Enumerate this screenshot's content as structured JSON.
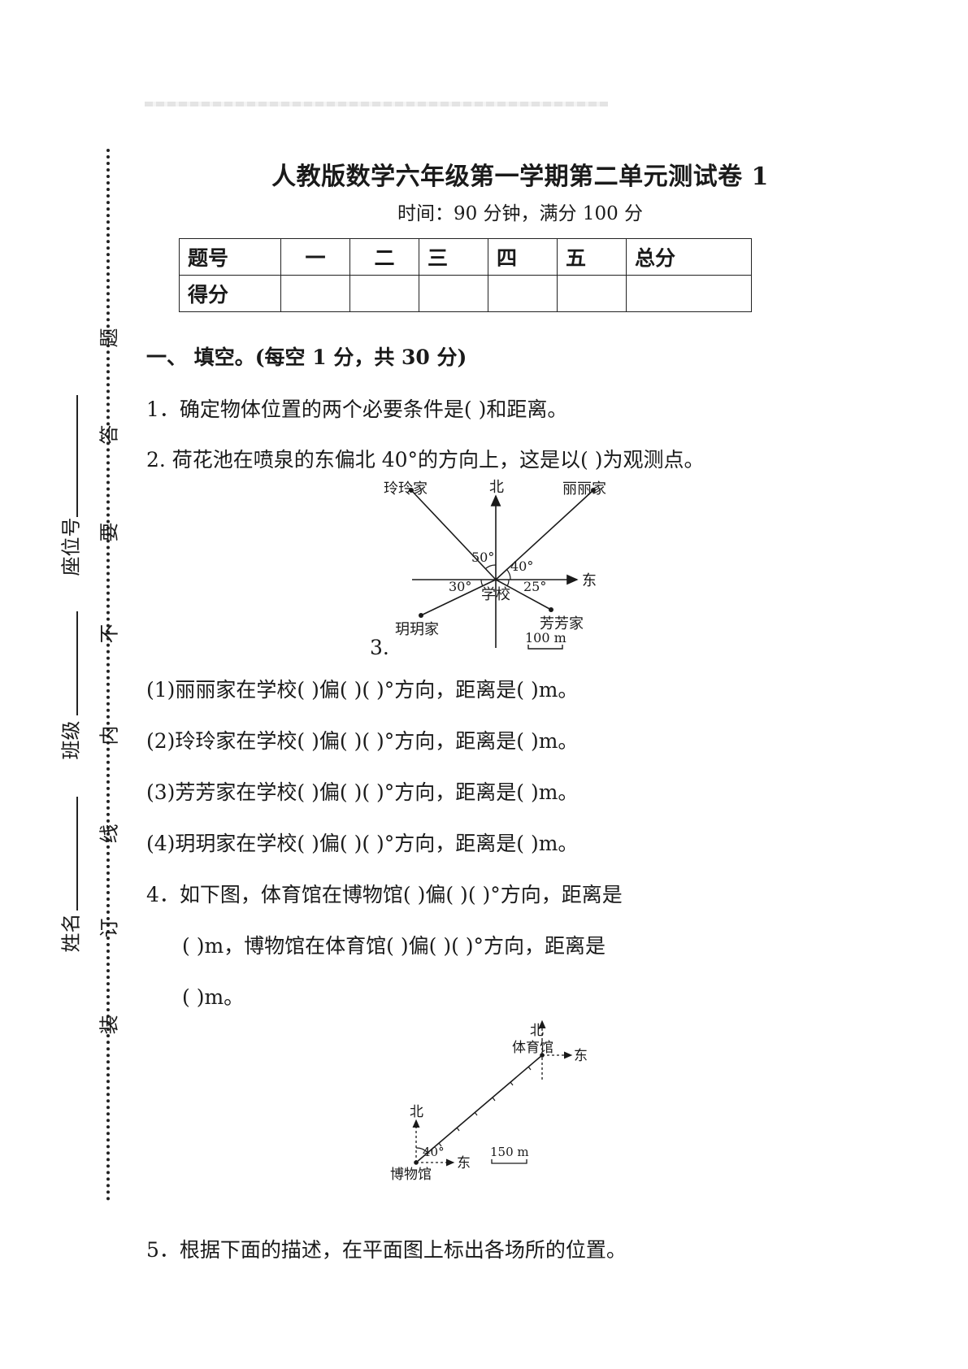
{
  "margin": {
    "seal_chars": [
      "题",
      "答",
      "要",
      "不",
      "内",
      "线",
      "订",
      "装"
    ],
    "fields": [
      "座位号",
      "班级",
      "姓名"
    ]
  },
  "header": {
    "title": "人教版数学六年级第一学期第二单元测试卷 1",
    "subtitle": "时间：90 分钟，满分 100 分"
  },
  "score_table": {
    "row1": [
      "题号",
      "一",
      "二",
      "三",
      "四",
      "五",
      "总分"
    ],
    "row2_label": "得分"
  },
  "section1": {
    "heading": "一、  填空。(每空 1 分，共 30 分)",
    "q1": "1．确定物体位置的两个必要条件是(          )和距离。",
    "q2": "2. 荷花池在喷泉的东偏北 40°的方向上，这是以(             )为观测点。",
    "q3_label": "3.",
    "q3_items": [
      "(1)丽丽家在学校(      )偏(      )(      )°方向，距离是(      )m。",
      "(2)玲玲家在学校(      )偏(      )(      )°方向，距离是(      )m。",
      "(3)芳芳家在学校(      )偏(      )(      )°方向，距离是(      )m。",
      "(4)玥玥家在学校(      )偏(      )(      )°方向，距离是(      )m。"
    ],
    "q4_line1": "4．如下图，体育馆在博物馆(      )偏(      )(      )°方向，距离是",
    "q4_line2": "(      )m，博物馆在体育馆(      )偏(      )(      )°方向，距离是",
    "q4_line3": "(      )m。",
    "q5": "5．根据下面的描述，在平面图上标出各场所的位置。"
  },
  "figure1": {
    "north": "北",
    "east": "东",
    "center": "学校",
    "nw": "玲玲家",
    "ne": "丽丽家",
    "se": "芳芳家",
    "sw": "玥玥家",
    "angle_nw": "50°",
    "angle_ne": "40°",
    "angle_se": "25°",
    "angle_sw": "30°",
    "scale": "100 m"
  },
  "figure2": {
    "north": "北",
    "east": "东",
    "top_place": "体育馆",
    "bottom_place": "博物馆",
    "angle": "40°",
    "scale": "150 m"
  }
}
